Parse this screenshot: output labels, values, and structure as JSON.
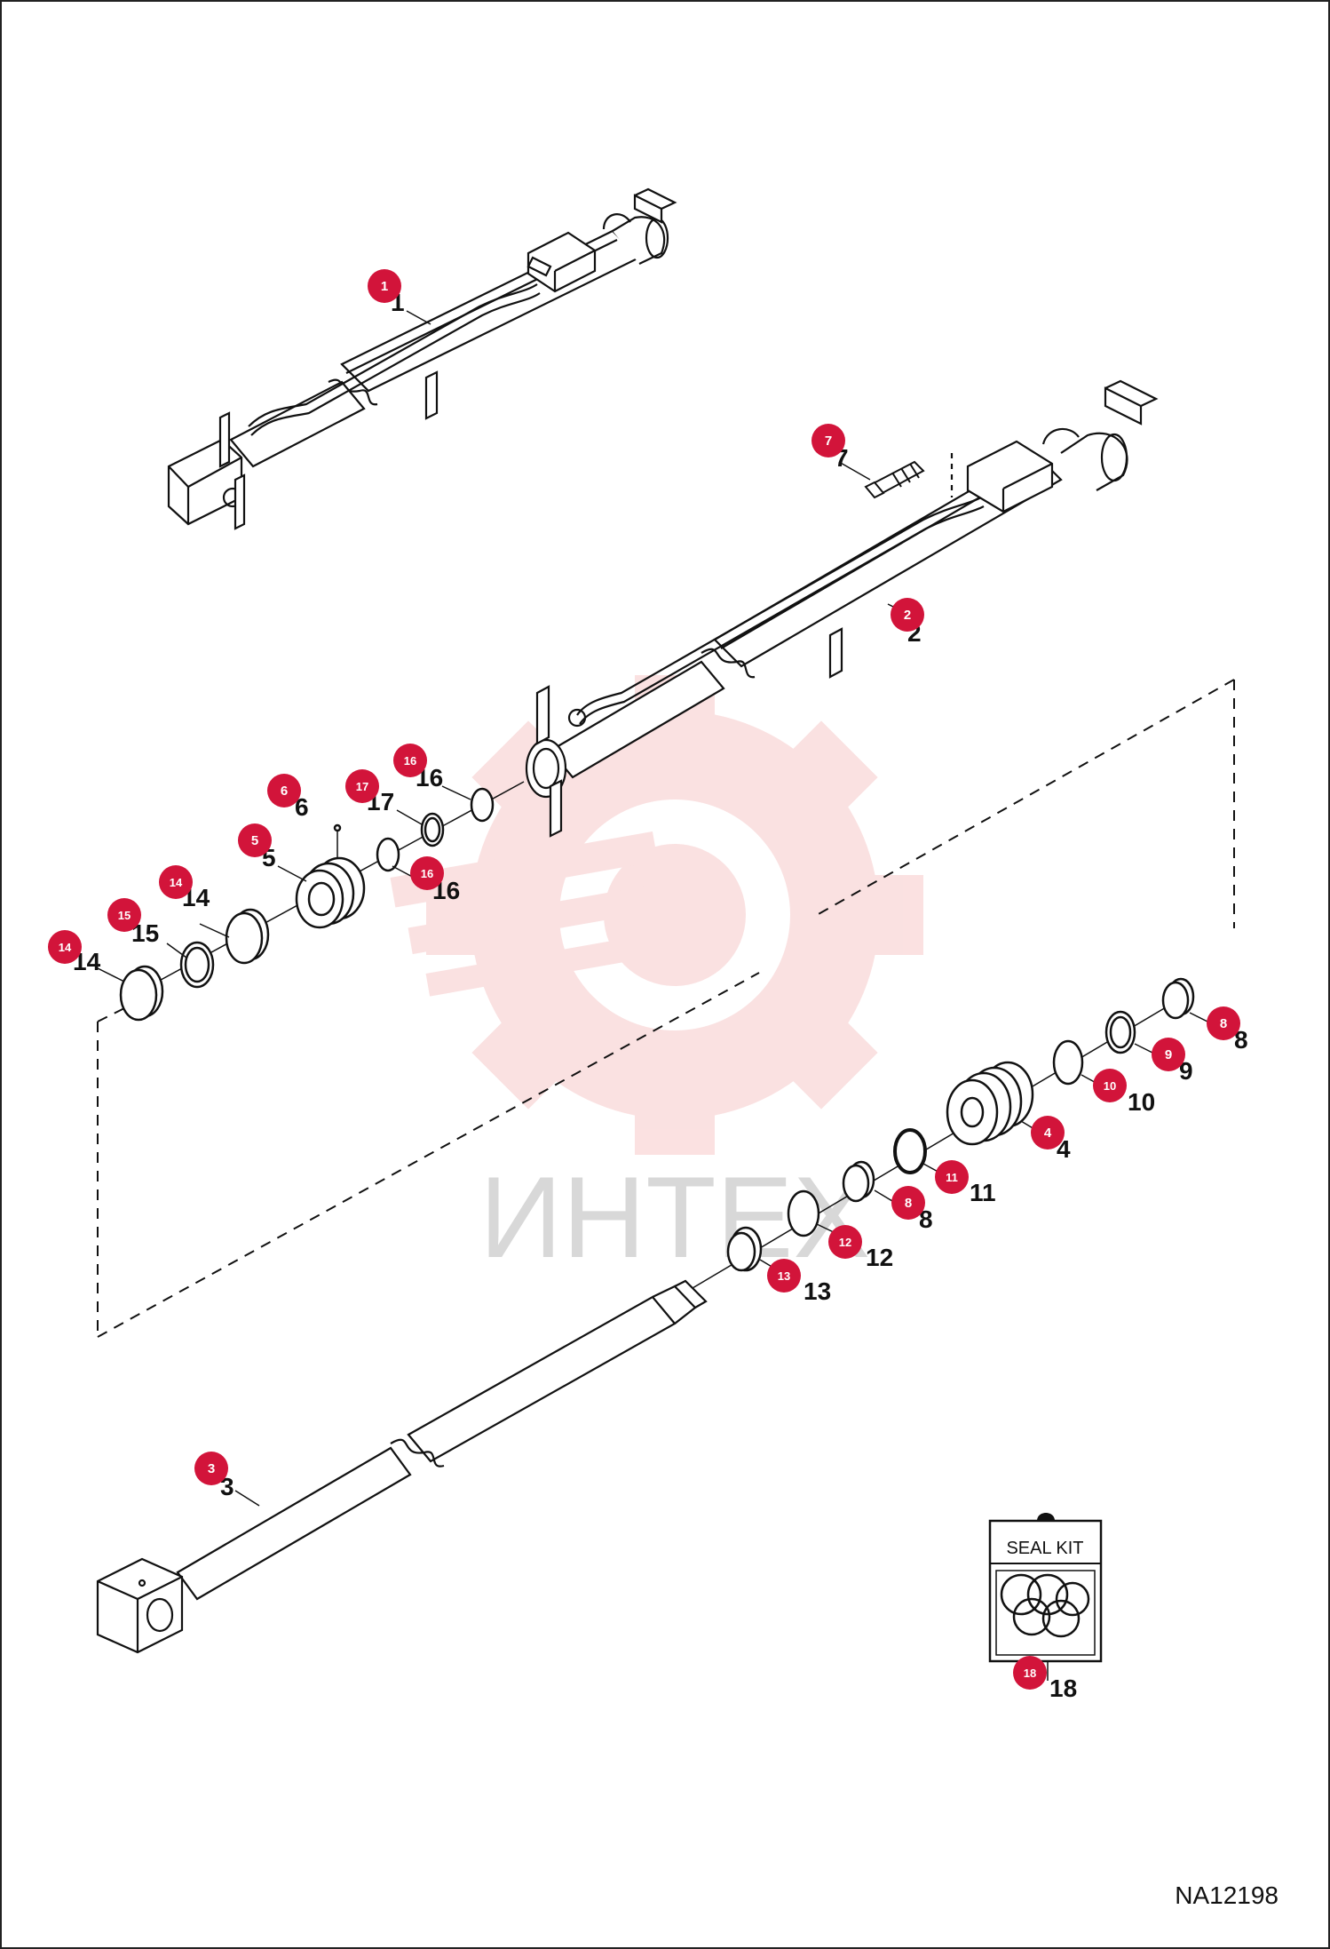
{
  "watermark": {
    "text": "ИНТЕХ",
    "color": "#f7c9c9",
    "text_color": "#d8d8d8"
  },
  "badge_color": "#d2143a",
  "seal_kit": {
    "label": "SEAL KIT"
  },
  "drawing_id": "NA12198",
  "callouts": [
    {
      "id": "c1",
      "label": "1",
      "badge": "1"
    },
    {
      "id": "c2",
      "label": "2",
      "badge": "2"
    },
    {
      "id": "c7",
      "label": "7",
      "badge": "7"
    },
    {
      "id": "c16a",
      "label": "16",
      "badge": "16"
    },
    {
      "id": "c17",
      "label": "17",
      "badge": "17"
    },
    {
      "id": "c6",
      "label": "6",
      "badge": "6"
    },
    {
      "id": "c16b",
      "label": "16",
      "badge": "16"
    },
    {
      "id": "c5",
      "label": "5",
      "badge": "5"
    },
    {
      "id": "c14a",
      "label": "14",
      "badge": "14"
    },
    {
      "id": "c15",
      "label": "15",
      "badge": "15"
    },
    {
      "id": "c14b",
      "label": "14",
      "badge": "14"
    },
    {
      "id": "c8a",
      "label": "8",
      "badge": "8"
    },
    {
      "id": "c9",
      "label": "9",
      "badge": "9"
    },
    {
      "id": "c10",
      "label": "10",
      "badge": "10"
    },
    {
      "id": "c4",
      "label": "4",
      "badge": "4"
    },
    {
      "id": "c11",
      "label": "11",
      "badge": "11"
    },
    {
      "id": "c8b",
      "label": "8",
      "badge": "8"
    },
    {
      "id": "c12",
      "label": "12",
      "badge": "12"
    },
    {
      "id": "c13",
      "label": "13",
      "badge": "13"
    },
    {
      "id": "c3",
      "label": "3",
      "badge": "3"
    },
    {
      "id": "c18",
      "label": "18",
      "badge": "18"
    }
  ]
}
